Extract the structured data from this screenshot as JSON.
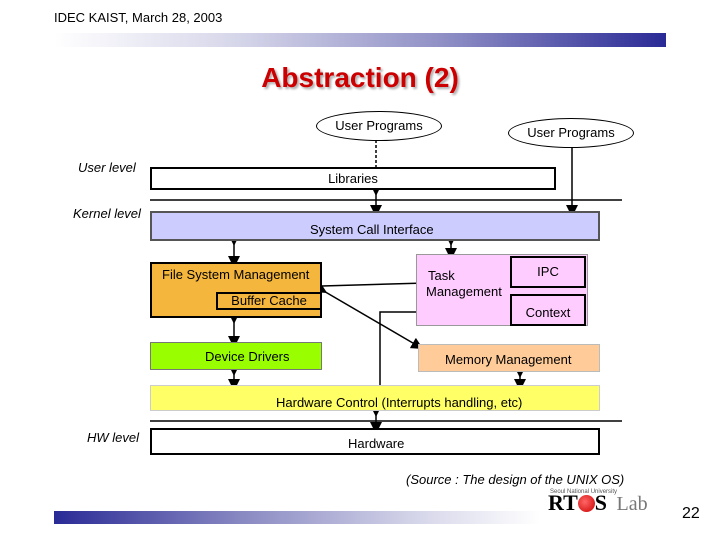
{
  "header": {
    "text": "IDEC KAIST, March 28, 2003"
  },
  "title": "Abstraction (2)",
  "levels": {
    "user": "User level",
    "kernel": "Kernel level",
    "hw": "HW level"
  },
  "nodes": {
    "user_programs_1": "User Programs",
    "user_programs_2": "User Programs",
    "libraries": "Libraries",
    "system_call_interface": "System Call Interface",
    "file_system_management": "File System Management",
    "buffer_cache": "Buffer Cache",
    "task_management_line1": "Task",
    "task_management_line2": "Management",
    "ipc": "IPC",
    "context": "Context",
    "device_drivers": "Device Drivers",
    "memory_management": "Memory Management",
    "hardware_control": "Hardware Control (Interrupts handling, etc)",
    "hardware": "Hardware"
  },
  "colors": {
    "title": "#cc0000",
    "system_call_interface": "#ccccff",
    "file_system": "#f4b63c",
    "task_management": "#ffccff",
    "device_drivers": "#99ff00",
    "memory_management": "#ffcc99",
    "hardware_control": "#ffff66"
  },
  "source": "(Source : The design of the UNIX OS)",
  "logo": {
    "tagline": "Seoul National University",
    "name_left": "RT",
    "name_right": "S",
    "suffix": "Lab"
  },
  "page_number": "22"
}
